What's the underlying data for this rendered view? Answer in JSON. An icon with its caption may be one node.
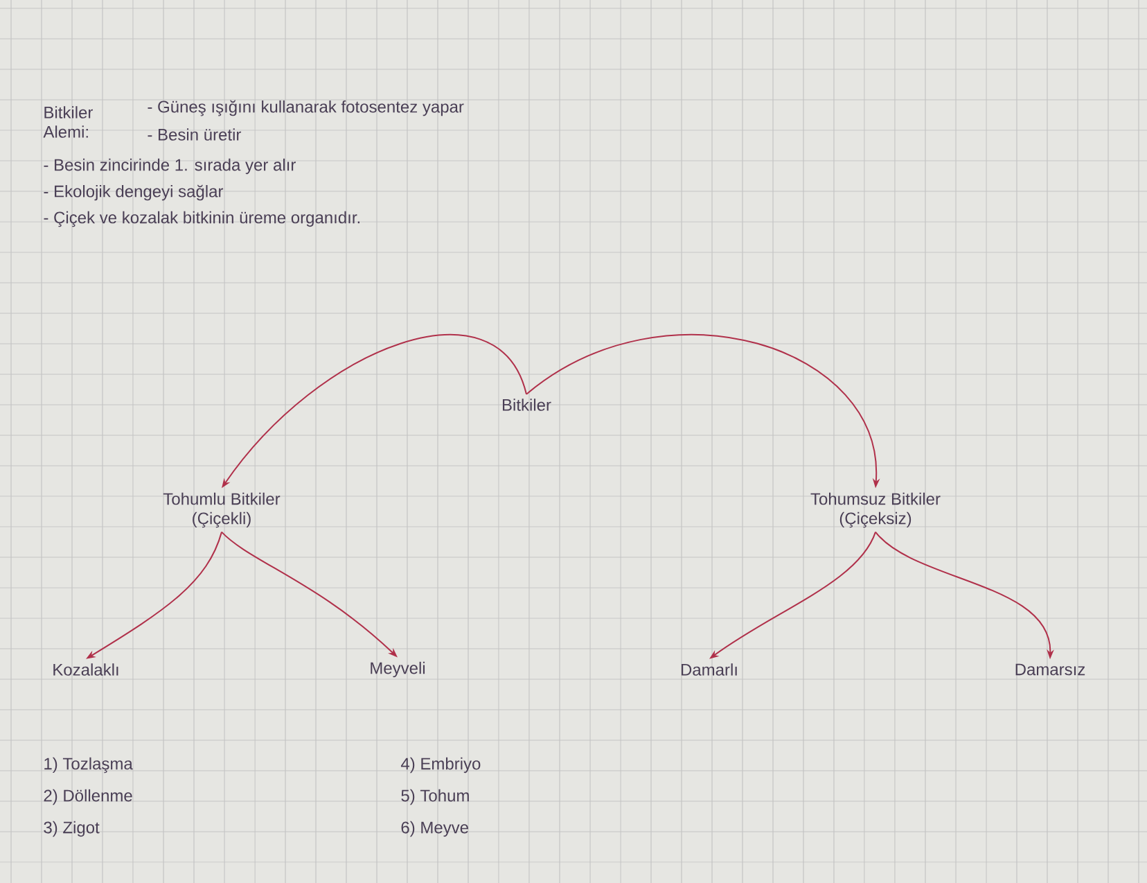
{
  "diagram": {
    "nodes": [
      {
        "text": [
          "Bitkiler"
        ]
      },
      {
        "text": [
          "Tohumlu Bitkiler",
          "(Çiçekli)"
        ]
      },
      {
        "text": [
          "Tohumsuz Bitkiler",
          "(Çiçeksiz)"
        ]
      },
      {
        "text": [
          "Kozalaklı"
        ]
      },
      {
        "text": [
          "Meyveli"
        ]
      },
      {
        "text": [
          "Damarlı"
        ]
      },
      {
        "text": [
          "Damarsız"
        ]
      }
    ],
    "edges": [
      {
        "from": 0,
        "to": 1,
        "arrow": "to"
      },
      {
        "from": 0,
        "to": 2,
        "arrow": "to"
      },
      {
        "from": 1,
        "to": 3,
        "arrow": "to"
      },
      {
        "from": 1,
        "to": 4,
        "arrow": "to"
      },
      {
        "from": 2,
        "to": 5,
        "arrow": "to"
      },
      {
        "from": 2,
        "to": 6,
        "arrow": "to"
      }
    ],
    "labels": [
      "Bitkiler Alemi:",
      "- Güneş ışığını kullanarak fotosentez yapar",
      "- Besin üretir",
      "- Besin zincirinde 1. sırada yer alır",
      "- Ekolojik dengeyi sağlar",
      "- Çiçek ve kozalak bitkinin üreme organıdır.",
      "1) Tozlaşma",
      "2) Döllenme",
      "3) Zigot",
      "4) Embriyo",
      "5) Tohum",
      "6) Meyve"
    ]
  }
}
